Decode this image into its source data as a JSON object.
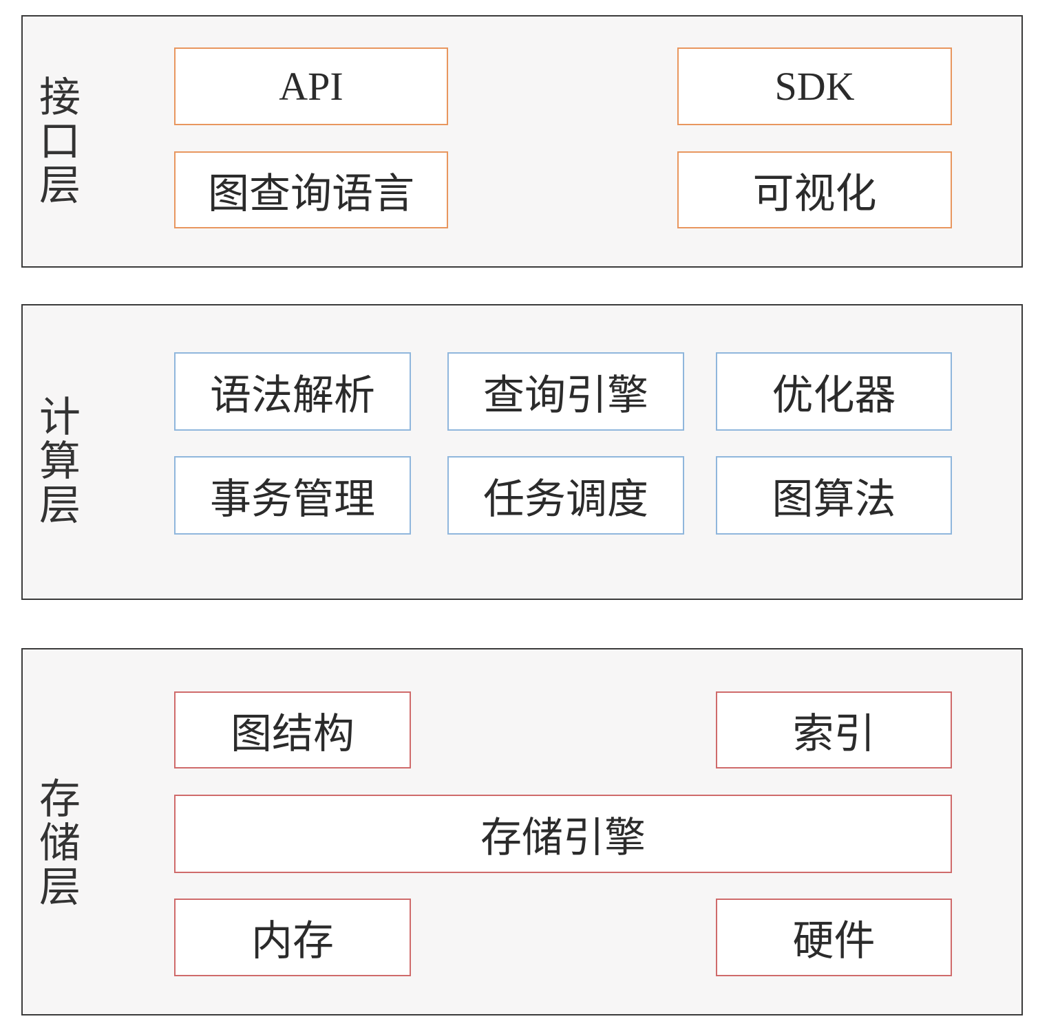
{
  "interface_layer": {
    "label": "接\n口\n层",
    "api": "API",
    "sdk": "SDK",
    "graph_query_language": "图查询语言",
    "visualization": "可视化",
    "border_color": "#e8965e"
  },
  "compute_layer": {
    "label": "计\n算\n层",
    "syntax_parsing": "语法解析",
    "query_engine": "查询引擎",
    "optimizer": "优化器",
    "transaction_management": "事务管理",
    "task_scheduling": "任务调度",
    "graph_algorithms": "图算法",
    "border_color": "#8fb6dc"
  },
  "storage_layer": {
    "label": "存\n储\n层",
    "graph_structure": "图结构",
    "index": "索引",
    "storage_engine": "存储引擎",
    "memory": "内存",
    "hardware": "硬件",
    "border_color": "#cf6a6a"
  }
}
